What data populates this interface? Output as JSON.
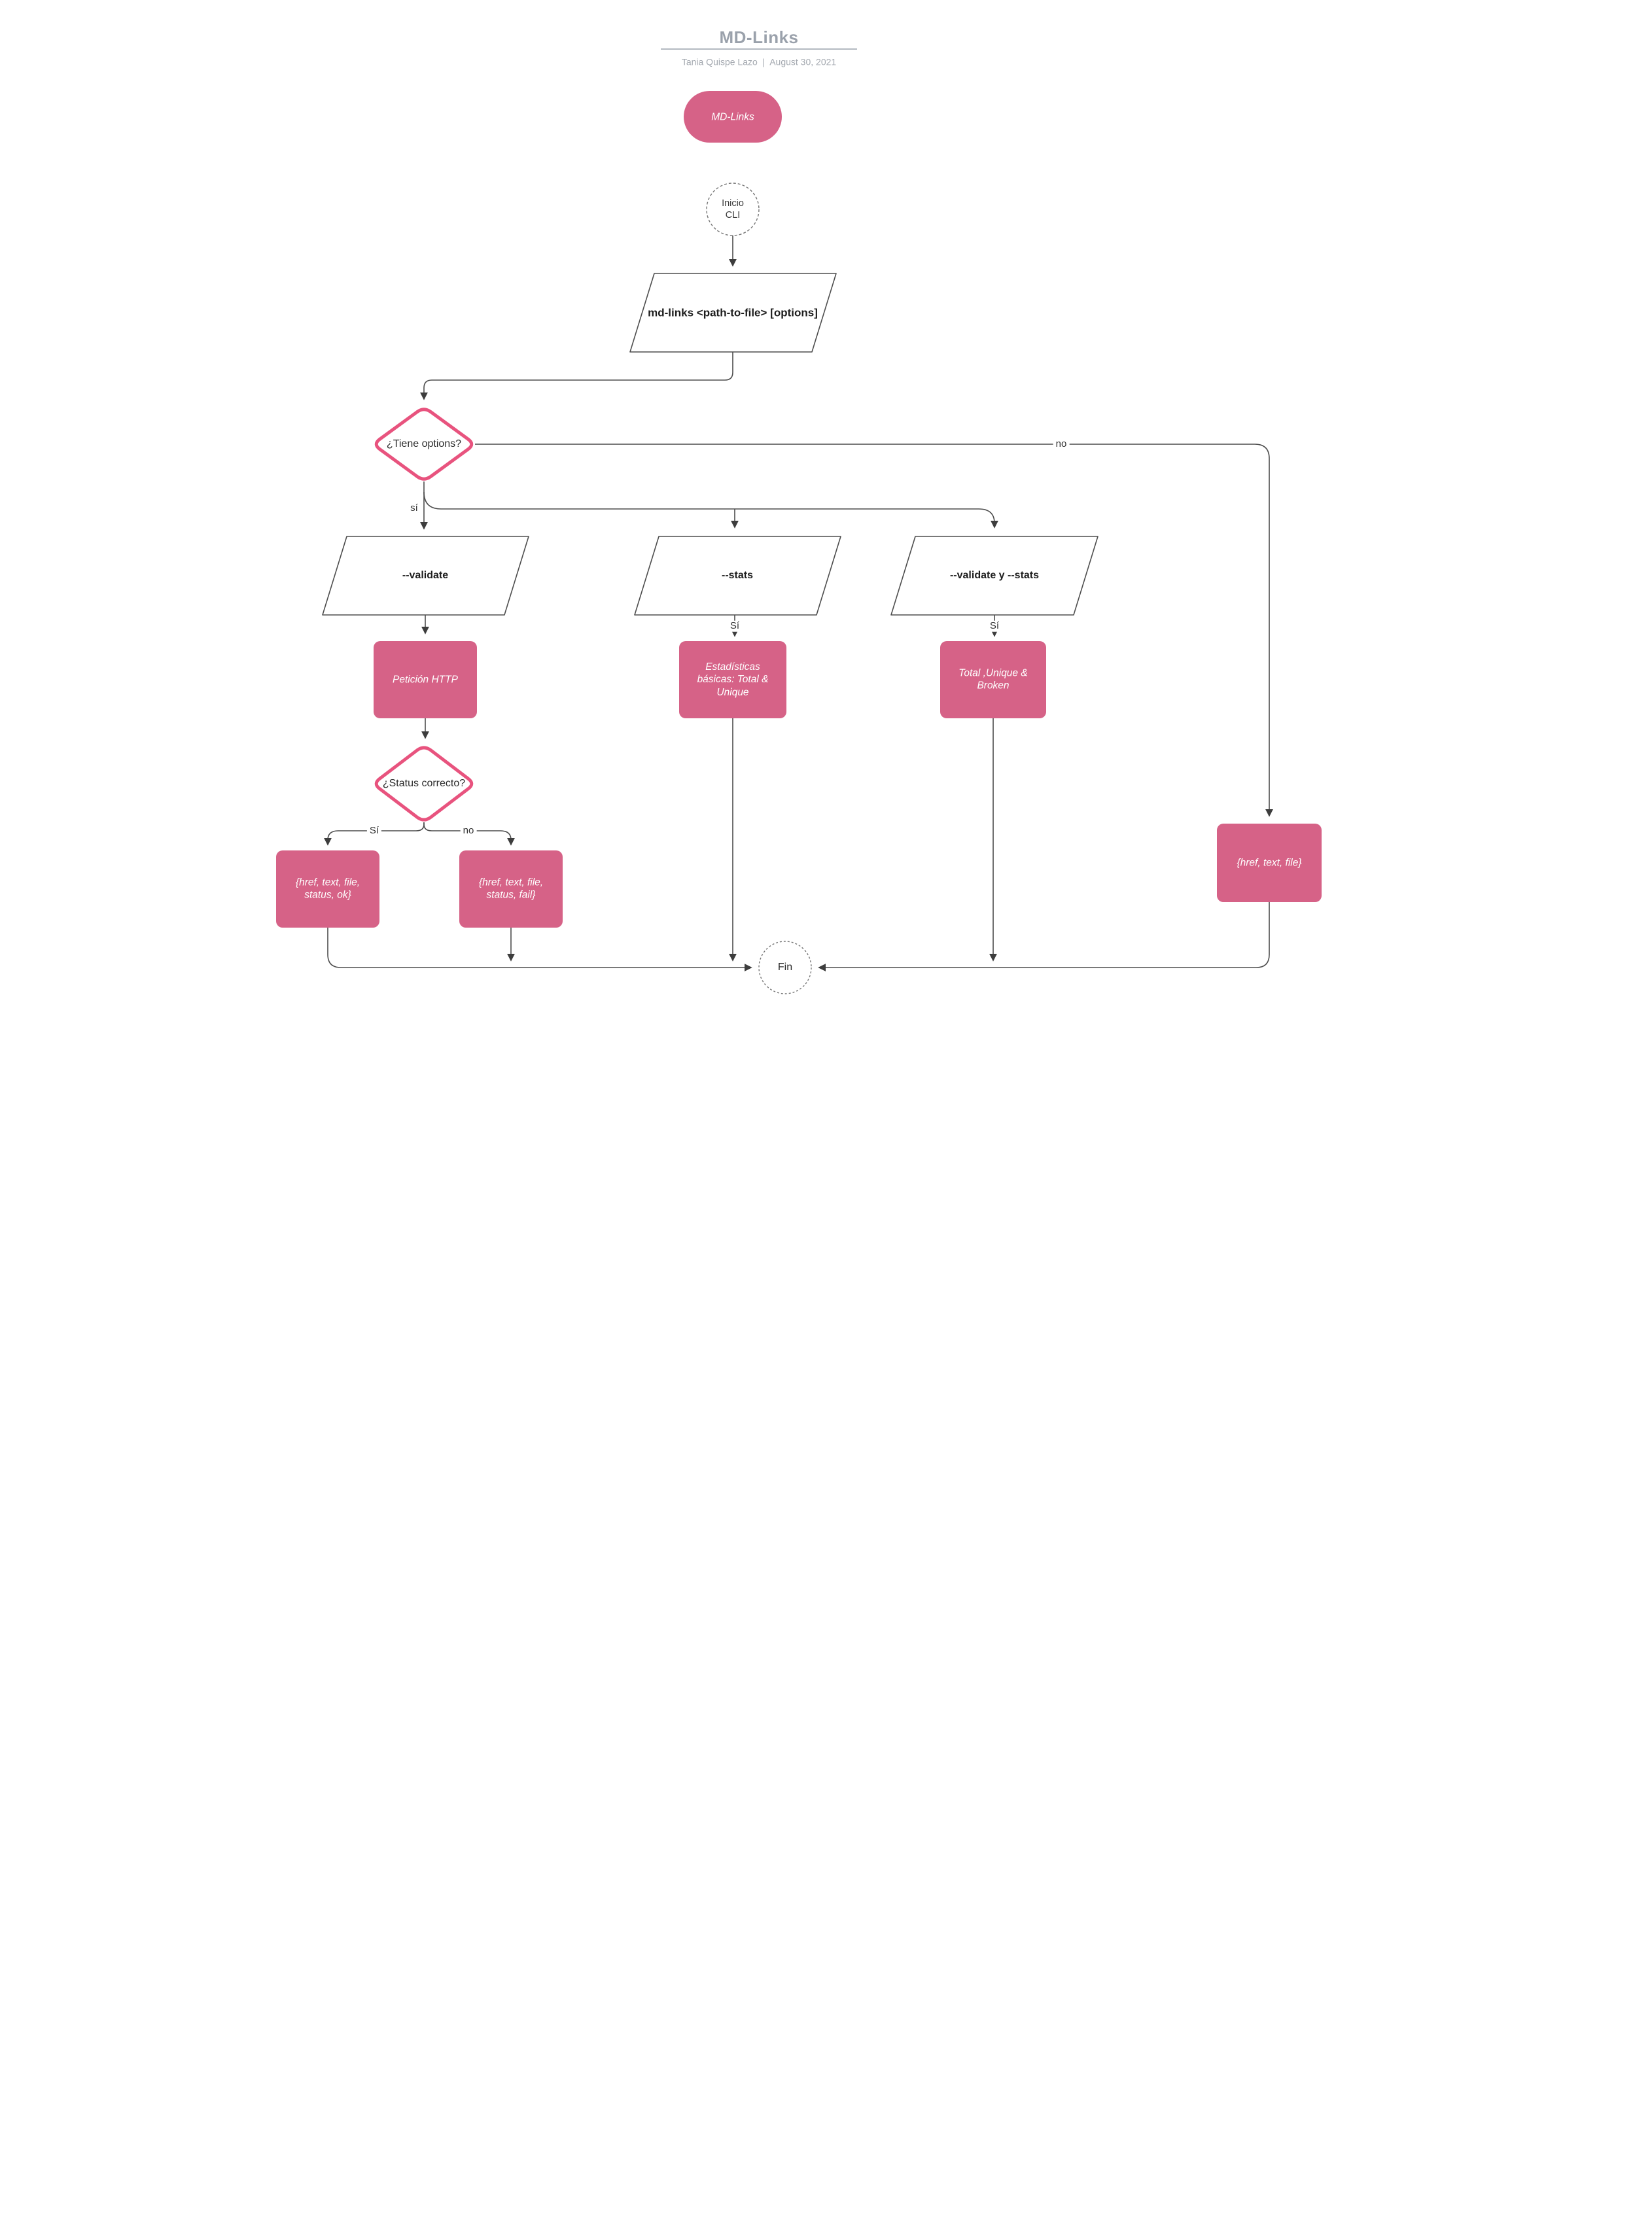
{
  "header": {
    "title": "MD-Links",
    "byline": "Tania Quispe Lazo  |  August 30, 2021"
  },
  "colors": {
    "node_pink_fill": "#d66287",
    "decision_pink_border": "#e8537e",
    "connector_line": "#4d4d4d",
    "title_grey": "#9aa1ab"
  },
  "nodes": {
    "banner": "MD-Links",
    "start_line1": "Inicio",
    "start_line2": "CLI",
    "command": "md-links <path-to-file> [options]",
    "decision_options": "¿Tiene options?",
    "opt_validate": "--validate",
    "opt_stats": "--stats",
    "opt_validate_stats": "--validate y --stats",
    "http_request": "Petición HTTP",
    "stats_basic": "Estadísticas básicas: Total & Unique",
    "total_unique_broken": "Total ,Unique & Broken",
    "decision_status": "¿Status correcto?",
    "result_ok": "{href, text, file, status, ok}",
    "result_fail": "{href, text, file, status, fail}",
    "result_plain": "{href, text, file}",
    "end": "Fin"
  },
  "edge_labels": {
    "options_yes": "sí",
    "options_no": "no",
    "stats_yes": "Sí",
    "validate_stats_yes": "Sí",
    "status_yes": "Sí",
    "status_no": "no"
  }
}
